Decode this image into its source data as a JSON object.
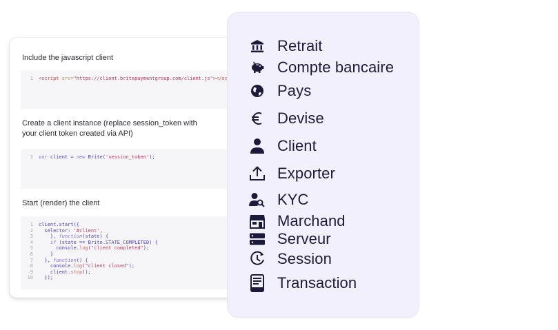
{
  "docs": {
    "sections": [
      {
        "heading": "Include the javascript client",
        "code": {
          "line_numbers": [
            "1"
          ],
          "lines": [
            [
              {
                "t": "<",
                "c": "tag"
              },
              {
                "t": "script",
                "c": "tag"
              },
              {
                "t": " src=",
                "c": "attr"
              },
              {
                "t": "\"https://client.britepaymentgroup.com/client.js\"",
                "c": "str"
              },
              {
                "t": "></",
                "c": "tag"
              },
              {
                "t": "script",
                "c": "tag"
              },
              {
                "t": ">",
                "c": "tag"
              }
            ]
          ]
        }
      },
      {
        "heading": "Create a client instance (replace session_token with your client token created via API)",
        "code": {
          "line_numbers": [
            "1"
          ],
          "lines": [
            [
              {
                "t": "var",
                "c": "kw"
              },
              {
                "t": " client = ",
                "c": "plain"
              },
              {
                "t": "new",
                "c": "kw"
              },
              {
                "t": " Brite(",
                "c": "plain"
              },
              {
                "t": "'session_token'",
                "c": "str"
              },
              {
                "t": ");",
                "c": "plain"
              }
            ]
          ]
        }
      },
      {
        "heading": "Start (render) the client",
        "code": {
          "line_numbers": [
            "1",
            "2",
            "3",
            "4",
            "5",
            "6",
            "7",
            "8",
            "9",
            "10"
          ],
          "lines": [
            [
              {
                "t": "client.start({",
                "c": "plain"
              }
            ],
            [
              {
                "t": "  selector: ",
                "c": "plain"
              },
              {
                "t": "'#client'",
                "c": "str"
              },
              {
                "t": ",",
                "c": "plain"
              }
            ],
            [
              {
                "t": "    }, ",
                "c": "plain"
              },
              {
                "t": "function",
                "c": "kw"
              },
              {
                "t": "(state) {",
                "c": "plain"
              }
            ],
            [
              {
                "t": "    ",
                "c": "plain"
              },
              {
                "t": "if",
                "c": "kw"
              },
              {
                "t": " (state == Brite.STATE_COMPLETED) {",
                "c": "plain"
              }
            ],
            [
              {
                "t": "      console.",
                "c": "plain"
              },
              {
                "t": "log",
                "c": "fn"
              },
              {
                "t": "(",
                "c": "plain"
              },
              {
                "t": "\"client completed\"",
                "c": "str"
              },
              {
                "t": ");",
                "c": "plain"
              }
            ],
            [
              {
                "t": "    }",
                "c": "plain"
              }
            ],
            [
              {
                "t": "  }, ",
                "c": "plain"
              },
              {
                "t": "function",
                "c": "kw"
              },
              {
                "t": "() {",
                "c": "plain"
              }
            ],
            [
              {
                "t": "    console.",
                "c": "plain"
              },
              {
                "t": "log",
                "c": "fn"
              },
              {
                "t": "(",
                "c": "plain"
              },
              {
                "t": "\"client closed\"",
                "c": "str"
              },
              {
                "t": ");",
                "c": "plain"
              }
            ],
            [
              {
                "t": "    client.",
                "c": "plain"
              },
              {
                "t": "stop",
                "c": "fn"
              },
              {
                "t": "();",
                "c": "plain"
              }
            ],
            [
              {
                "t": "  });",
                "c": "plain"
              }
            ]
          ]
        }
      }
    ]
  },
  "features": {
    "items": [
      {
        "label": "Retrait",
        "icon": "bank-icon"
      },
      {
        "label": "Compte bancaire",
        "icon": "piggy-bank-icon"
      },
      {
        "label": "Pays",
        "icon": "globe-icon"
      },
      {
        "label": "Devise",
        "icon": "euro-icon"
      },
      {
        "label": "Client",
        "icon": "person-icon"
      },
      {
        "label": "Exporter",
        "icon": "upload-icon"
      },
      {
        "label": "KYC",
        "icon": "person-search-icon"
      },
      {
        "label": "Marchand",
        "icon": "storefront-icon"
      },
      {
        "label": "Serveur",
        "icon": "server-icon"
      },
      {
        "label": "Session",
        "icon": "session-icon"
      },
      {
        "label": "Transaction",
        "icon": "receipt-icon"
      }
    ]
  },
  "colors": {
    "panel_bg": "#f3f0fd",
    "feature_text": "#1c1a3a",
    "code_bg": "#f6f6f8"
  }
}
